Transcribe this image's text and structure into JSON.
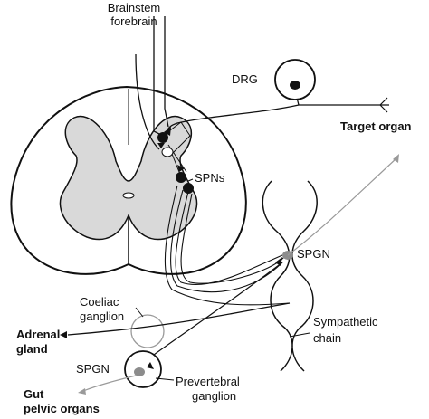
{
  "labels": {
    "brainstem": "Brainstem",
    "forebrain": "forebrain",
    "drg": "DRG",
    "target_organ": "Target organ",
    "spns": "SPNs",
    "spgn_chain": "SPGN",
    "coeliac_line1": "Coeliac",
    "coeliac_line2": "ganglion",
    "adrenal_line1": "Adrenal",
    "adrenal_line2": "gland",
    "sympathetic_line1": "Sympathetic",
    "sympathetic_line2": "chain",
    "spgn_prevertebral": "SPGN",
    "prevertebral_line1": "Prevertebral",
    "prevertebral_line2": "ganglion",
    "gut_line1": "Gut",
    "gut_line2": "pelvic organs"
  },
  "colors": {
    "grey_matter": "#d9d9d9",
    "outline": "#111111",
    "grey_pathway": "#9a9a9a",
    "grey_ganglion_cell": "#8c8c8c"
  }
}
